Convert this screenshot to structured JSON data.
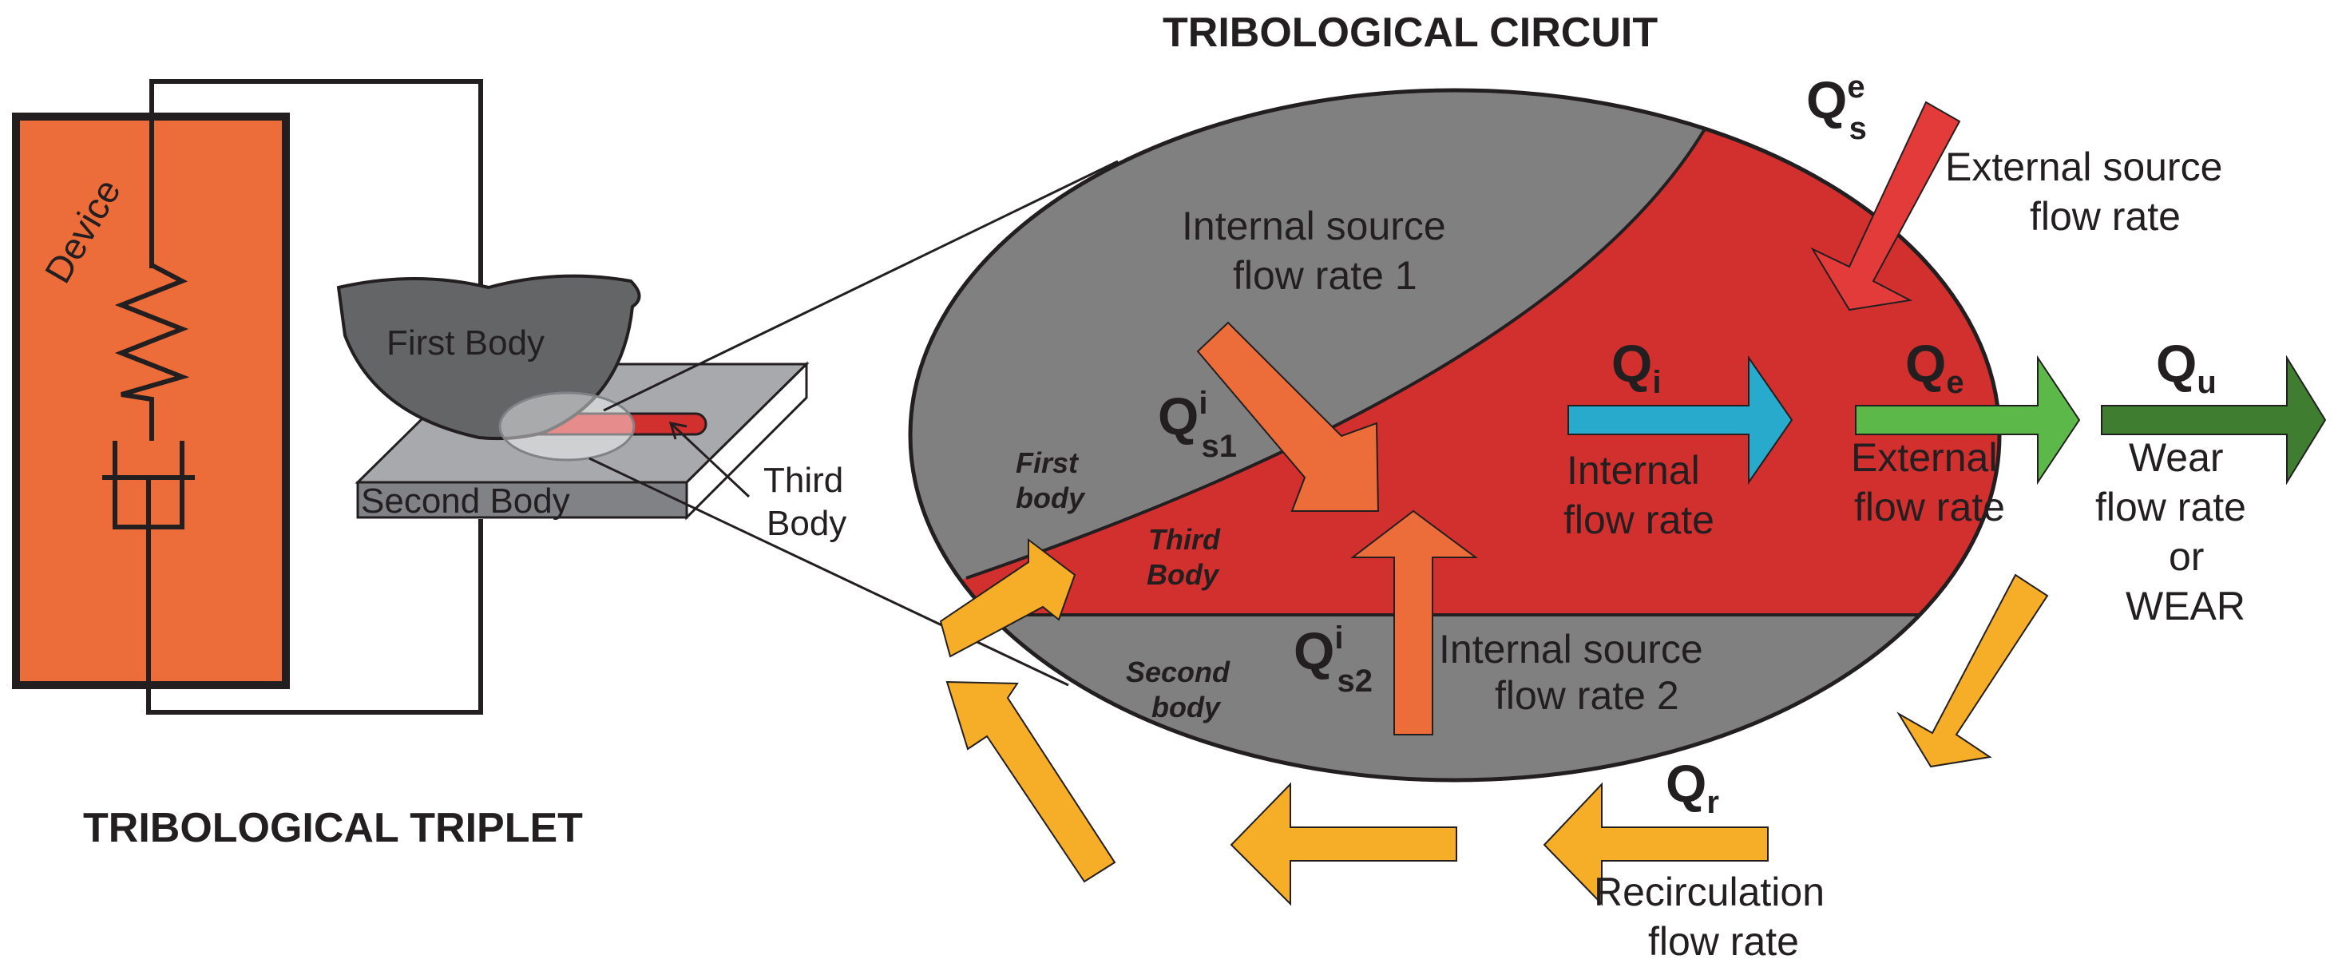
{
  "titles": {
    "circuit": "TRIBOLOGICAL CIRCUIT",
    "triplet": "TRIBOLOGICAL TRIPLET"
  },
  "triplet": {
    "device": "Device",
    "first_body": "First Body",
    "second_body": "Second Body",
    "third_body_line1": "Third",
    "third_body_line2": "Body"
  },
  "regions": {
    "first_body_line1": "First",
    "first_body_line2": "body",
    "third_body_line1": "Third",
    "third_body_line2": "Body",
    "second_body_line1": "Second",
    "second_body_line2": "body"
  },
  "flows": {
    "qs1": {
      "main": "Q",
      "sup": "i",
      "sub": "s1"
    },
    "qs2": {
      "main": "Q",
      "sup": "i",
      "sub": "s2"
    },
    "qse": {
      "main": "Q",
      "sup": "e",
      "sub": "s"
    },
    "qi": {
      "main": "Q",
      "sub": "i"
    },
    "qe": {
      "main": "Q",
      "sub": "e"
    },
    "qu": {
      "main": "Q",
      "sub": "u"
    },
    "qr": {
      "main": "Q",
      "sub": "r"
    }
  },
  "labels": {
    "internal_source_1_line1": "Internal source",
    "internal_source_1_line2": "flow rate 1",
    "internal_source_2_line1": "Internal source",
    "internal_source_2_line2": "flow rate 2",
    "external_source_line1": "External source",
    "external_source_line2": "flow rate",
    "internal_flow_line1": "Internal",
    "internal_flow_line2": "flow rate",
    "external_flow_line1": "External",
    "external_flow_line2": "flow rate",
    "wear_line1": "Wear",
    "wear_line2": "flow rate",
    "wear_line3": "or",
    "wear_line4": "WEAR",
    "recirculation_line1": "Recirculation",
    "recirculation_line2": "flow rate"
  },
  "colors": {
    "device": "#ec6c3a",
    "gray_body": "#808080",
    "red_third_body": "#d22f2f",
    "orange_arrow": "#ec6c3a",
    "red_arrow": "#e33a3a",
    "cyan_arrow": "#27aacb",
    "green_arrow": "#5cb848",
    "dark_green_arrow": "#3f7d31",
    "yellow_arrow": "#f6ae28"
  }
}
